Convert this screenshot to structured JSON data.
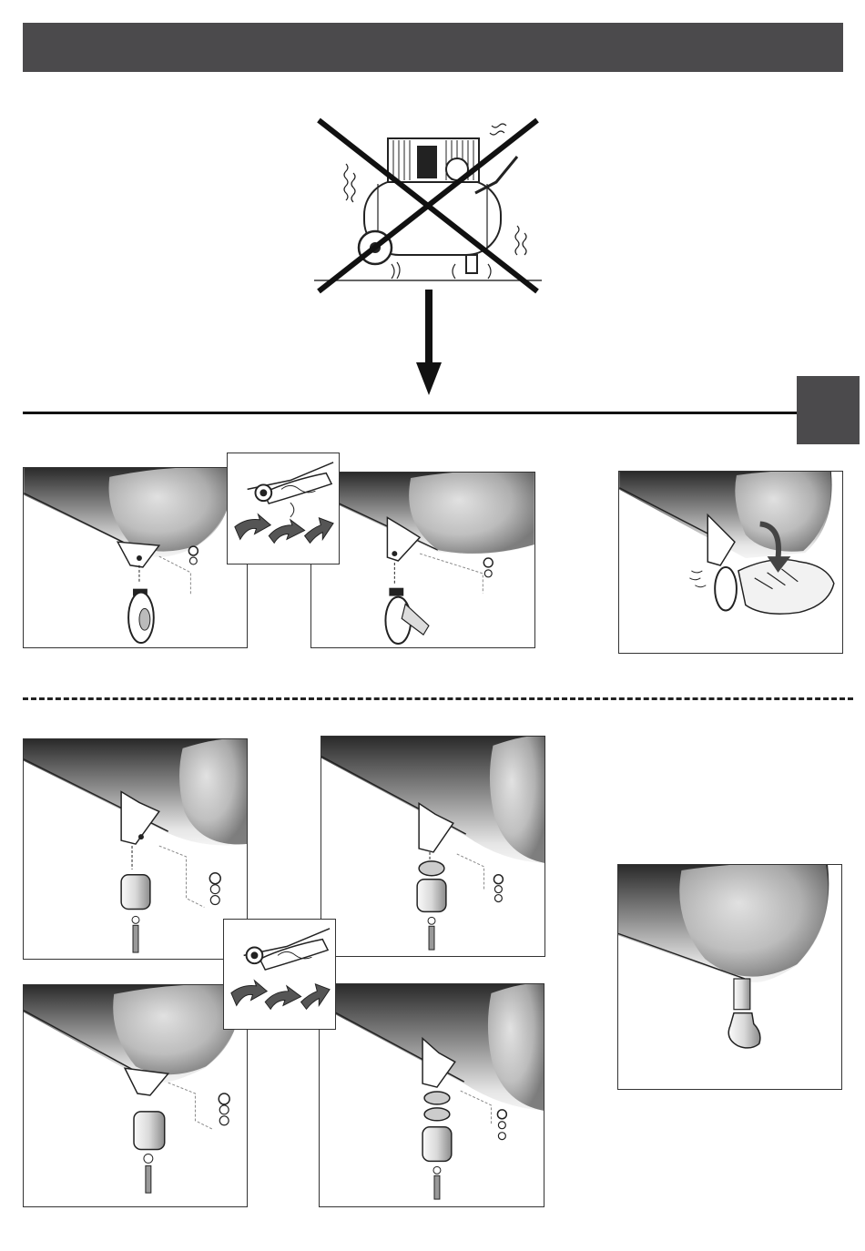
{
  "page": {
    "header_text": "",
    "side_tab_text": "",
    "colors": {
      "header": "#4b4a4c",
      "tab": "#4b4a4c",
      "ink": "#111111"
    }
  },
  "illustrations": {
    "hero": "compressor-with-vibrations-crossed-out",
    "arrow": "down-arrow",
    "section_a": [
      "mount-wheel-before",
      "wrench-tighten",
      "mount-wheel-after",
      "foot-brake-wheel"
    ],
    "section_b": [
      "mount-foot-bracket-before",
      "mount-foot-bracket-after",
      "wrench-tighten",
      "mount-foot-round-before",
      "mount-foot-round-after",
      "rubber-stopper"
    ]
  }
}
